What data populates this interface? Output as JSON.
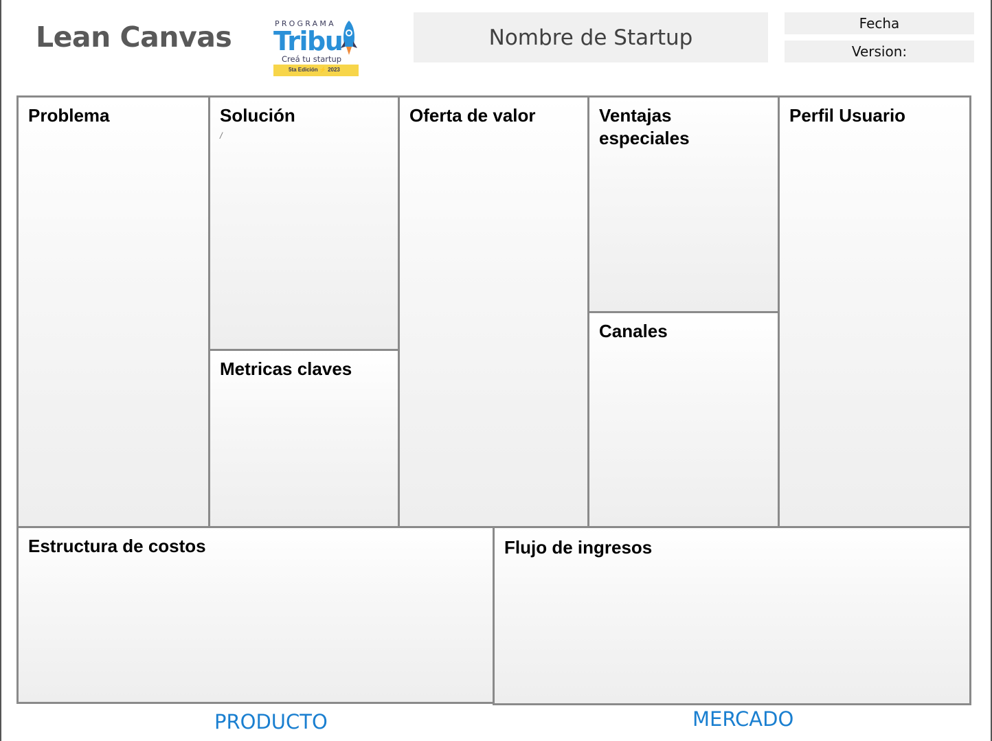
{
  "header": {
    "title": "Lean Canvas",
    "logo": {
      "program": "PROGRAMA",
      "name": "Tribu",
      "tagline": "Creá tu startup",
      "edition": "5ta Edición ⚡ 2023"
    },
    "startup_name": "Nombre de Startup",
    "date_label": "Fecha",
    "version_label": "Version:"
  },
  "canvas": {
    "problema": "Problema",
    "solucion": "Solución",
    "solucion_mark": "/",
    "metricas": "Metricas claves",
    "oferta": "Oferta de valor",
    "ventajas": "Ventajas especiales",
    "canales": "Canales",
    "perfil": "Perfil Usuario",
    "costos": "Estructura de costos",
    "ingresos": "Flujo de ingresos"
  },
  "footer": {
    "producto": "PRODUCTO",
    "mercado": "MERCADO"
  },
  "colors": {
    "footer_text": "#1a7fd0",
    "logo_blue": "#2a90d8",
    "logo_band": "#f7d54a",
    "border": "#8a8a8a"
  }
}
